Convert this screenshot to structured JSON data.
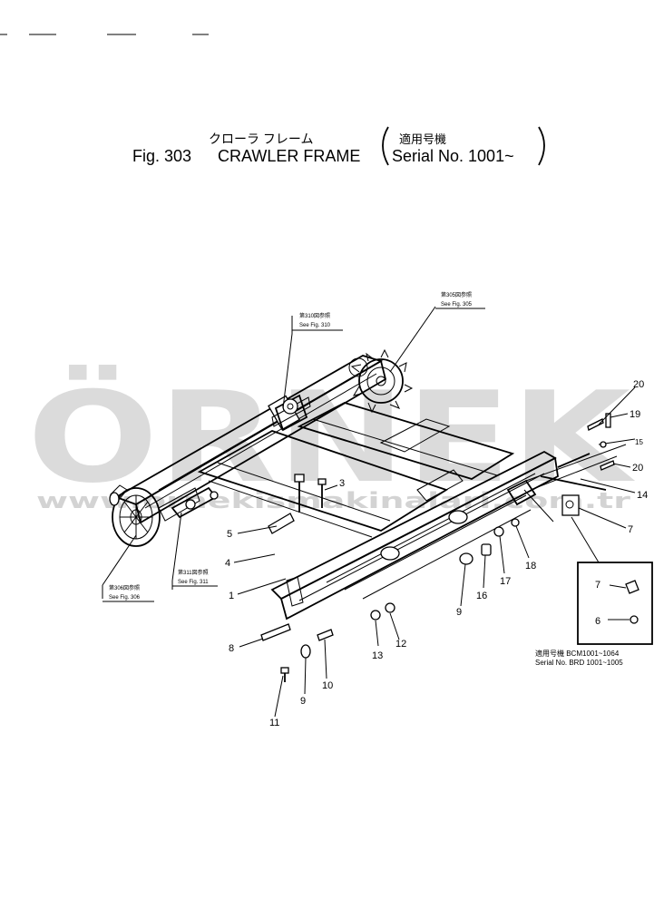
{
  "title": {
    "japanese": "クローラ フレーム",
    "fig": "Fig. 303",
    "name": "CRAWLER FRAME",
    "serial_japanese": "適用号機",
    "serial": "Serial No. 1001~"
  },
  "watermark": {
    "brand": "ÖRNEK",
    "url": "www.ornekismakinalari.com.tr"
  },
  "callouts": {
    "see_fig_310_jp": "第310図参照",
    "see_fig_310": "See Fig. 310",
    "see_fig_305_jp": "第305図参照",
    "see_fig_305": "See Fig. 305",
    "see_fig_306_jp": "第306図参照",
    "see_fig_306": "See Fig. 306",
    "see_fig_311_jp": "第311図参照",
    "see_fig_311": "See Fig. 311"
  },
  "part_numbers": {
    "p1": "1",
    "p3": "3",
    "p4": "4",
    "p5": "5",
    "p7a": "7",
    "p7b": "7",
    "p6": "6",
    "p8": "8",
    "p9a": "9",
    "p9b": "9",
    "p10": "10",
    "p11": "11",
    "p12": "12",
    "p13": "13",
    "p14": "14",
    "p15": "15",
    "p16": "16",
    "p17": "17",
    "p18": "18",
    "p19": "19",
    "p20a": "20",
    "p20b": "20"
  },
  "inset_note": {
    "line1": "適用号機 BCM1001~1064",
    "line2": "Serial No. BRD 1001~1005"
  }
}
